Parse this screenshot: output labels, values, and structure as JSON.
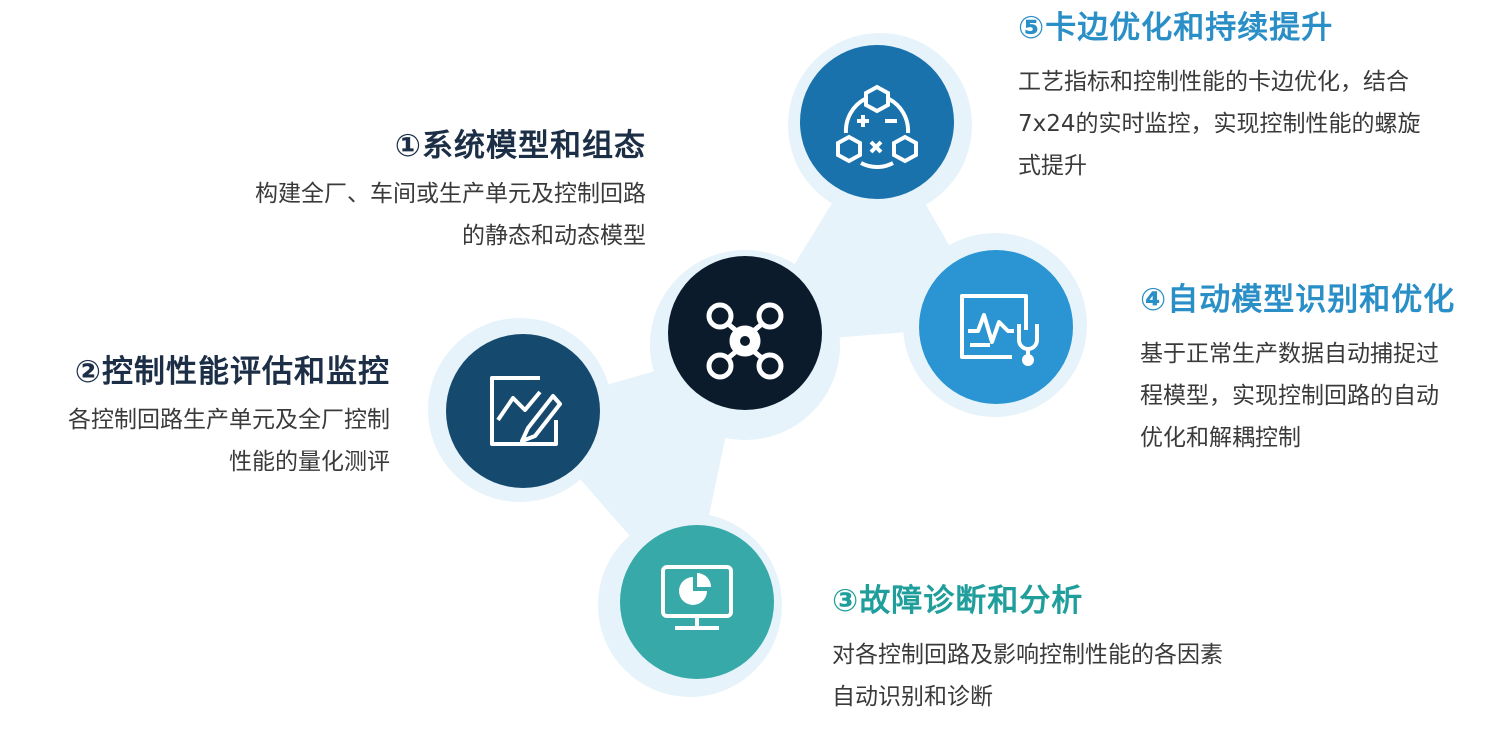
{
  "colors": {
    "halo": "#e6f3fa",
    "center": "#0b1b2c",
    "title_dark": "#1c2f46",
    "title_teal": "#1f9e9c",
    "title_blue": "#2b8fc7"
  },
  "hub": {
    "icon": "drone-icon"
  },
  "steps": [
    {
      "title": "①系统模型和组态",
      "desc_lines": [
        "构建全厂、车间或生产单元及控制回路",
        "的静态和动态模型"
      ],
      "icon": "none",
      "color": "#1c2f46"
    },
    {
      "title": "②控制性能评估和监控",
      "desc_lines": [
        "各控制回路生产单元及全厂控制",
        "性能的量化测评"
      ],
      "icon": "chart-edit-icon",
      "color": "#15496e"
    },
    {
      "title": "③故障诊断和分析",
      "desc_lines": [
        "对各控制回路及影响控制性能的各因素",
        "自动识别和诊断"
      ],
      "icon": "monitor-pie-icon",
      "color": "#36a9a8"
    },
    {
      "title": "④自动模型识别和优化",
      "desc_lines": [
        "基于正常生产数据自动捕捉过",
        "程模型，实现控制回路的自动",
        "优化和解耦控制"
      ],
      "icon": "stethoscope-screen-icon",
      "color": "#2a95d2"
    },
    {
      "title": "⑤卡边优化和持续提升",
      "desc_lines": [
        "工艺指标和控制性能的卡边优化，结合",
        "7x24的实时监控，实现控制性能的螺旋",
        "式提升"
      ],
      "icon": "hexagon-math-icon",
      "color": "#1a72ac"
    }
  ]
}
